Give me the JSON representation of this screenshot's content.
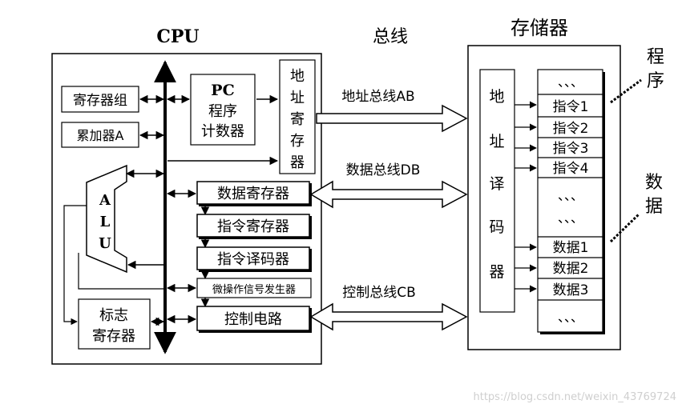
{
  "cpu": {
    "title": "CPU",
    "register_group": "寄存器组",
    "accumulator": "累加器A",
    "pc_line1": "PC",
    "pc_line2": "程序",
    "pc_line3": "计数器",
    "address_register": [
      "地",
      "址",
      "寄",
      "存",
      "器"
    ],
    "alu": [
      "A",
      "L",
      "U"
    ],
    "data_register": "数据寄存器",
    "instruction_register": "指令寄存器",
    "instruction_decoder": "指令译码器",
    "micro_op_generator": "微操作信号发生器",
    "flag_register_line1": "标志",
    "flag_register_line2": "寄存器",
    "control_circuit": "控制电路"
  },
  "bus": {
    "title": "总线",
    "address_bus": "地址总线AB",
    "data_bus": "数据总线DB",
    "control_bus": "控制总线CB"
  },
  "memory": {
    "title": "存储器",
    "address_decoder": [
      "地",
      "址",
      "译",
      "码",
      "器"
    ],
    "cells": [
      {
        "label": "、、、"
      },
      {
        "label": "指令1"
      },
      {
        "label": "指令2"
      },
      {
        "label": "指令3"
      },
      {
        "label": "指令4"
      },
      {
        "label": "、、、"
      },
      {
        "label": "、、、"
      },
      {
        "label": "数据1"
      },
      {
        "label": "数据2"
      },
      {
        "label": "数据3"
      },
      {
        "label": "、、、"
      }
    ],
    "program_label": [
      "程",
      "序"
    ],
    "data_label": [
      "数",
      "据"
    ]
  },
  "watermark": "https://blog.csdn.net/weixin_43769724"
}
